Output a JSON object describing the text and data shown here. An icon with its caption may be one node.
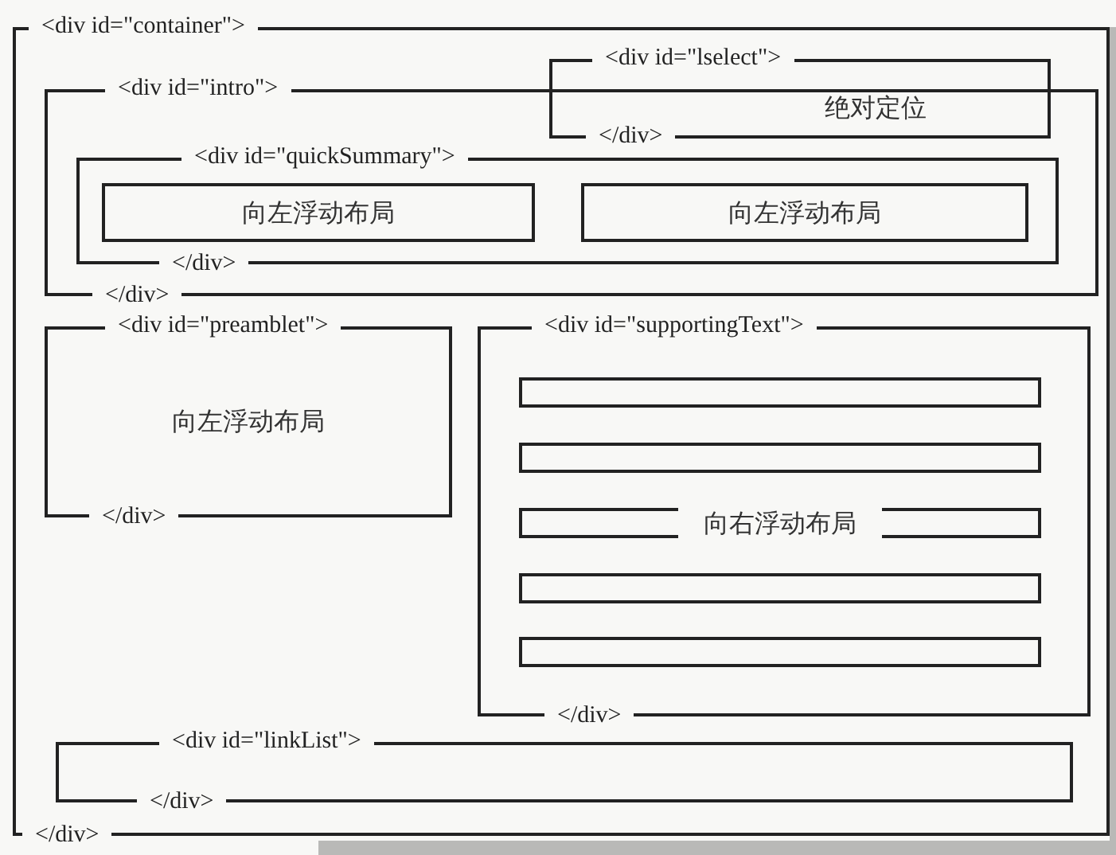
{
  "diagram": {
    "nodes": [
      {
        "text": [
          "<div id=\"container\">",
          "</div>"
        ]
      },
      {
        "text": [
          "<div id=\"intro\">",
          "</div>"
        ],
        "in": 0
      },
      {
        "text": [
          "<div id=\"lselect\">",
          "绝对定位",
          "</div>"
        ],
        "in": 0
      },
      {
        "text": [
          "<div id=\"quickSummary\">",
          "</div>"
        ],
        "in": 1
      },
      {
        "text": [
          "向左浮动布局"
        ],
        "in": 3
      },
      {
        "text": [
          "向左浮动布局"
        ],
        "in": 3
      },
      {
        "text": [
          "<div id=\"preamblet\">",
          "向左浮动布局",
          "</div>"
        ],
        "in": 0
      },
      {
        "text": [
          "<div id=\"supportingText\">",
          "</div>"
        ],
        "in": 0
      },
      {
        "text": [],
        "shape": "box",
        "in": 7
      },
      {
        "text": [],
        "shape": "box",
        "in": 7
      },
      {
        "text": [
          "向右浮动布局"
        ],
        "in": 7
      },
      {
        "text": [],
        "shape": "box",
        "in": 7
      },
      {
        "text": [],
        "shape": "box",
        "in": 7
      },
      {
        "text": [
          "<div id=\"linkList\">",
          "</div>"
        ],
        "in": 0
      }
    ]
  }
}
